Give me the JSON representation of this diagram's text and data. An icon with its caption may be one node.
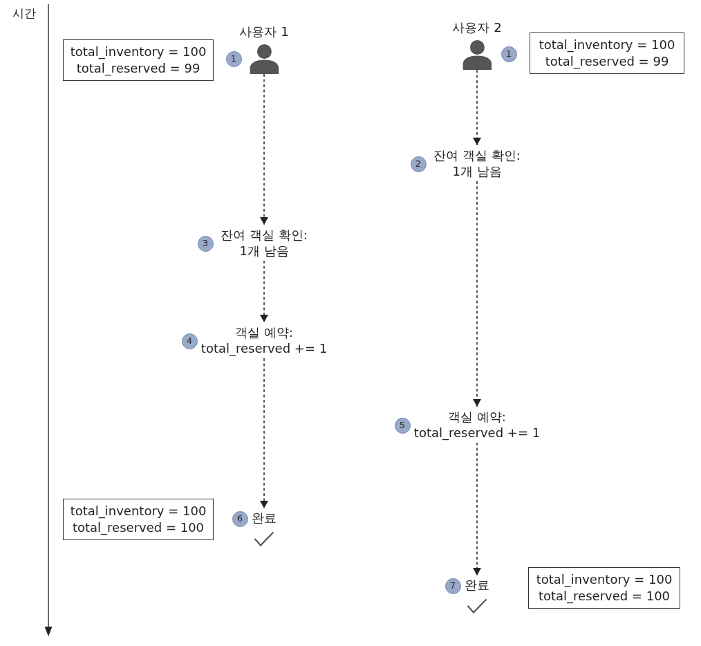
{
  "diagram": {
    "nodes": [
      {
        "text": [
          "total_inventory = 100",
          "total_reserved = 99"
        ]
      },
      {
        "text": [
          "사용자 1"
        ],
        "beside": [
          "1"
        ]
      },
      {
        "text": [
          "사용자 2"
        ],
        "beside": [
          "1"
        ]
      },
      {
        "text": [
          "total_inventory = 100",
          "total_reserved = 99"
        ]
      },
      {
        "text": [
          "잔여 객실 확인: 1개 남음"
        ],
        "beside": [
          "2"
        ]
      },
      {
        "text": [
          "잔여 객실 확인: 1개 남음"
        ],
        "beside": [
          "3"
        ]
      },
      {
        "text": [
          "객실 예약: total_reserved += 1"
        ],
        "beside": [
          "4"
        ]
      },
      {
        "text": [
          "객실 예약: total_reserved += 1"
        ],
        "beside": [
          "5"
        ]
      },
      {
        "text": [
          "total_inventory = 100",
          "total_reserved = 100"
        ]
      },
      {
        "text": [
          "완료"
        ],
        "beside": [
          "6"
        ]
      },
      {
        "text": [
          "완료"
        ],
        "beside": [
          "7"
        ]
      },
      {
        "text": [
          "total_inventory = 100",
          "total_reserved = 100"
        ]
      }
    ],
    "edges": [
      {
        "from": 1,
        "to": 5,
        "arrow": "to",
        "style": "dashed"
      },
      {
        "from": 5,
        "to": 6,
        "arrow": "to",
        "style": "dashed"
      },
      {
        "from": 6,
        "to": 9,
        "arrow": "to",
        "style": "dashed"
      },
      {
        "from": 2,
        "to": 4,
        "arrow": "to",
        "style": "dashed"
      },
      {
        "from": 4,
        "to": 7,
        "arrow": "to",
        "style": "dashed"
      },
      {
        "from": 7,
        "to": 10,
        "arrow": "to",
        "style": "dashed"
      }
    ],
    "labels": [
      "시간"
    ]
  }
}
